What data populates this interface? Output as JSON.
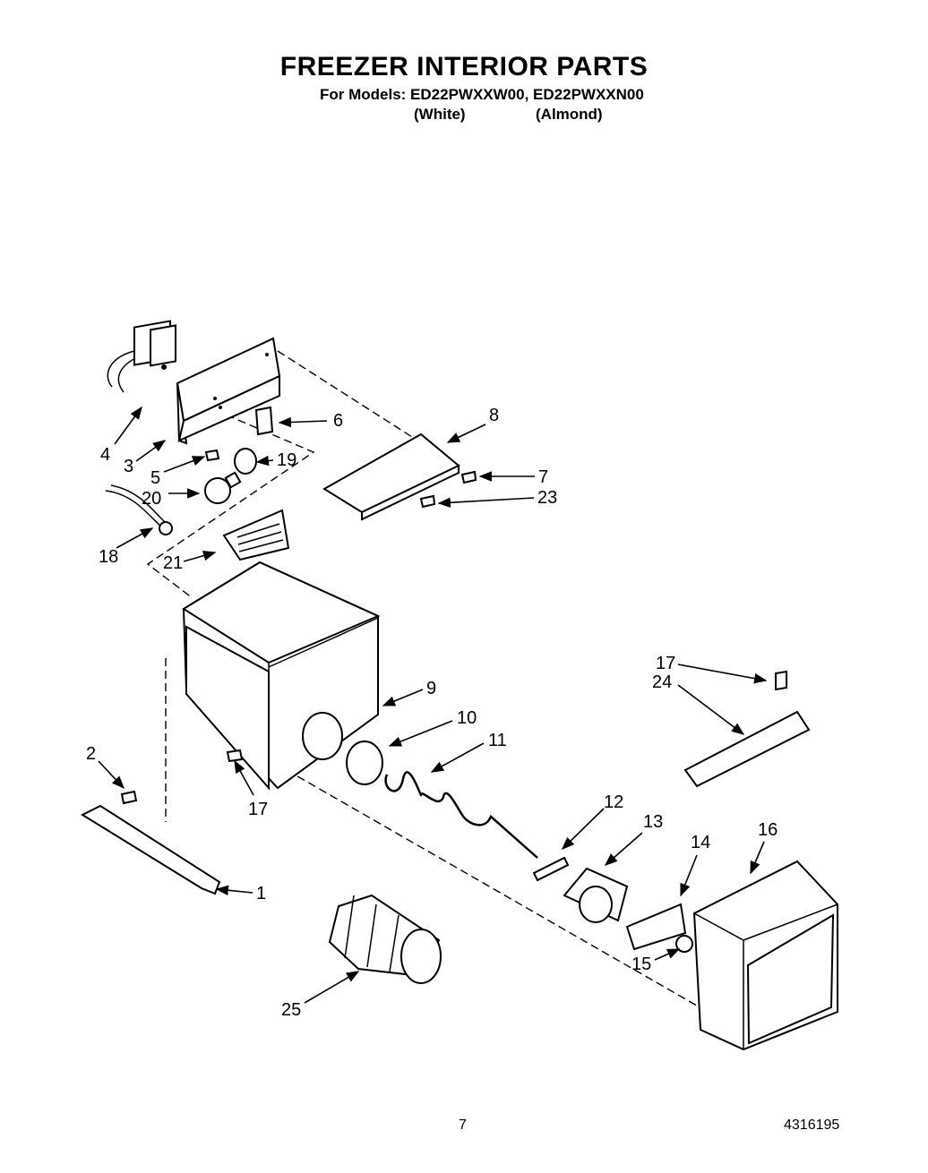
{
  "header": {
    "title": "FREEZER INTERIOR  PARTS",
    "models_line": "For Models: ED22PWXXW00, ED22PWXXN00",
    "variant_white": "(White)",
    "variant_almond": "(Almond)"
  },
  "callouts": {
    "c1": "1",
    "c2": "2",
    "c3": "3",
    "c4": "4",
    "c5": "5",
    "c6": "6",
    "c7": "7",
    "c8": "8",
    "c9": "9",
    "c10": "10",
    "c11": "11",
    "c12": "12",
    "c13": "13",
    "c14": "14",
    "c15": "15",
    "c16": "16",
    "c17a": "17",
    "c17b": "17",
    "c18": "18",
    "c19": "19",
    "c20": "20",
    "c21": "21",
    "c23": "23",
    "c24": "24",
    "c25": "25"
  },
  "footer": {
    "page_number": "7",
    "doc_number": "4316195"
  }
}
